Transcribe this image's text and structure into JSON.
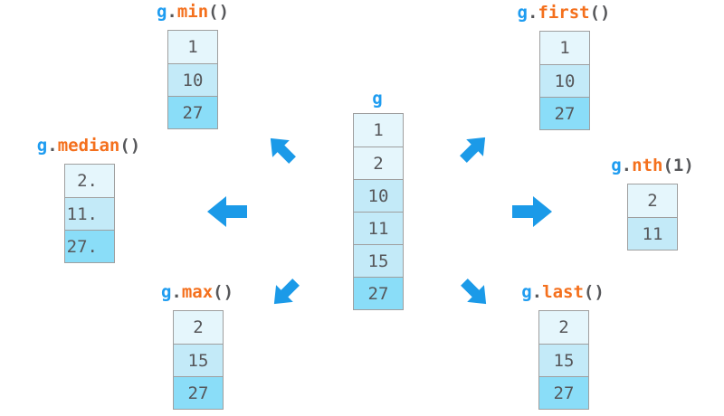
{
  "colors": {
    "background": "#ffffff",
    "object_text": "#1e9cf0",
    "method_text": "#f4701d",
    "punctuation_text": "#56575a",
    "cell_text": "#56575a",
    "cell_border": "#9f9f9f",
    "arrow": "#1b9ae8",
    "group_a_shade": "#e5f6fc",
    "group_b_shade": "#c3eaf8",
    "group_c_shade": "#8addf8"
  },
  "center_column": {
    "label": "g",
    "cells": [
      {
        "value": "1",
        "bg": "#e5f6fc"
      },
      {
        "value": "2",
        "bg": "#e5f6fc"
      },
      {
        "value": "10",
        "bg": "#c3eaf8"
      },
      {
        "value": "11",
        "bg": "#c3eaf8"
      },
      {
        "value": "15",
        "bg": "#c3eaf8"
      },
      {
        "value": "27",
        "bg": "#8addf8"
      }
    ]
  },
  "results": {
    "min": {
      "label": {
        "obj": "g",
        "dot": ".",
        "method": "min",
        "args": "()"
      },
      "cells": [
        {
          "value": "1",
          "bg": "#e5f6fc"
        },
        {
          "value": "10",
          "bg": "#c3eaf8"
        },
        {
          "value": "27",
          "bg": "#8addf8"
        }
      ]
    },
    "first": {
      "label": {
        "obj": "g",
        "dot": ".",
        "method": "first",
        "args": "()"
      },
      "cells": [
        {
          "value": "1",
          "bg": "#e5f6fc"
        },
        {
          "value": "10",
          "bg": "#c3eaf8"
        },
        {
          "value": "27",
          "bg": "#8addf8"
        }
      ]
    },
    "median": {
      "label": {
        "obj": "g",
        "dot": ".",
        "method": "median",
        "args": "()"
      },
      "cells": [
        {
          "value": "2.",
          "bg": "#e5f6fc"
        },
        {
          "value": "11.",
          "bg": "#c3eaf8"
        },
        {
          "value": "27.",
          "bg": "#8addf8"
        }
      ]
    },
    "nth": {
      "label": {
        "obj": "g",
        "dot": ".",
        "method": "nth",
        "args": "(1)"
      },
      "cells": [
        {
          "value": "2",
          "bg": "#e5f6fc"
        },
        {
          "value": "11",
          "bg": "#c3eaf8"
        }
      ]
    },
    "max": {
      "label": {
        "obj": "g",
        "dot": ".",
        "method": "max",
        "args": "()"
      },
      "cells": [
        {
          "value": "2",
          "bg": "#e5f6fc"
        },
        {
          "value": "15",
          "bg": "#c3eaf8"
        },
        {
          "value": "27",
          "bg": "#8addf8"
        }
      ]
    },
    "last": {
      "label": {
        "obj": "g",
        "dot": ".",
        "method": "last",
        "args": "()"
      },
      "cells": [
        {
          "value": "2",
          "bg": "#e5f6fc"
        },
        {
          "value": "15",
          "bg": "#c3eaf8"
        },
        {
          "value": "27",
          "bg": "#8addf8"
        }
      ]
    }
  }
}
